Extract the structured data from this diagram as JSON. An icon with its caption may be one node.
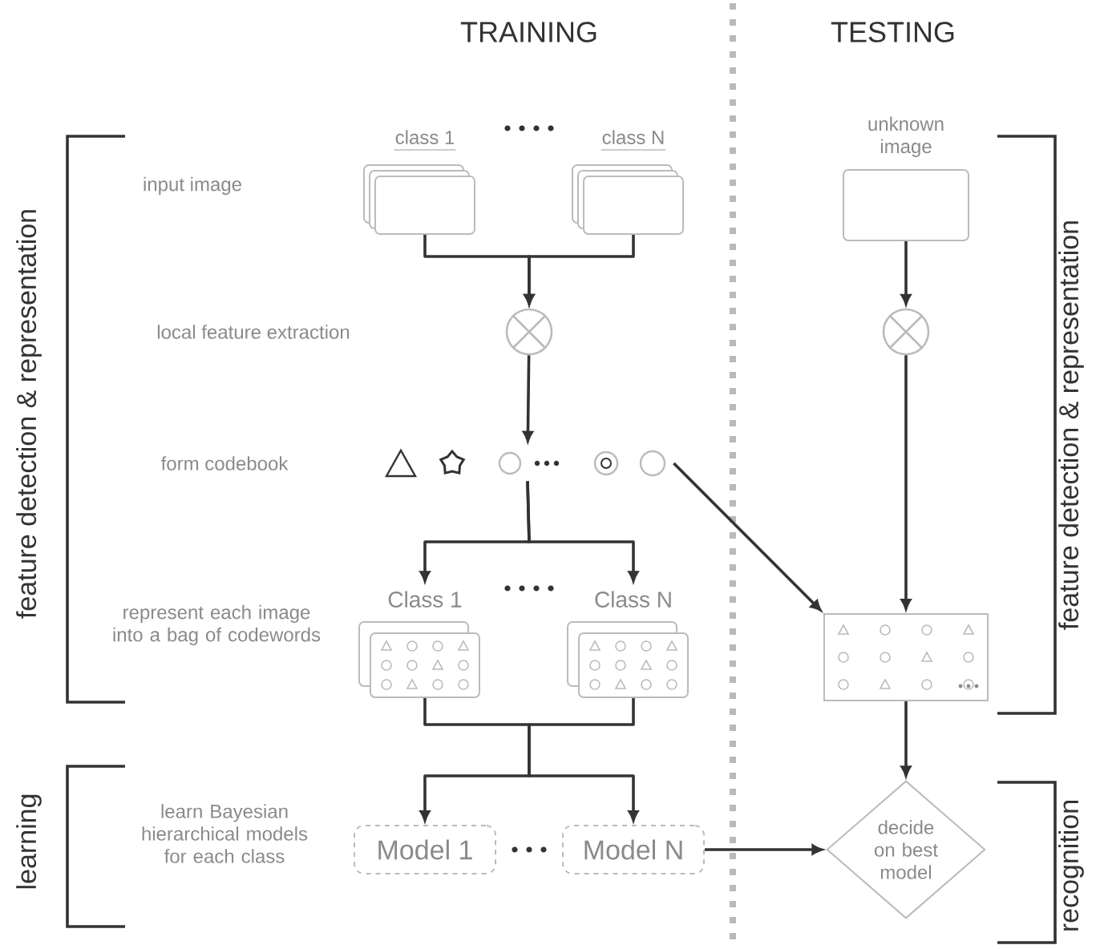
{
  "diagram": {
    "nodes": [
      {
        "text": [
          "class 1"
        ]
      },
      {
        "text": [
          "class N"
        ]
      },
      {
        "text": [
          "unknown image"
        ]
      },
      {
        "text": [],
        "shape": "circle"
      },
      {
        "text": [],
        "shape": "circle"
      },
      {
        "text": [],
        "shape": "picture"
      },
      {
        "text": [
          "Class 1"
        ]
      },
      {
        "text": [
          "Class N"
        ]
      },
      {
        "text": [],
        "shape": "box"
      },
      {
        "text": [
          "Model 1"
        ]
      },
      {
        "text": [
          "Model N"
        ]
      },
      {
        "text": [
          "decide on best model"
        ]
      }
    ],
    "edges": [
      {
        "from": 0,
        "to": 3,
        "arrow": "to"
      },
      {
        "from": 1,
        "to": 3,
        "arrow": "to"
      },
      {
        "from": 3,
        "to": 5,
        "arrow": "to"
      },
      {
        "from": 5,
        "to": 6,
        "arrow": "to"
      },
      {
        "from": 5,
        "to": 7,
        "arrow": "to"
      },
      {
        "from": 6,
        "to": 9,
        "arrow": "to"
      },
      {
        "from": 7,
        "to": 10,
        "arrow": "to"
      },
      {
        "from": 2,
        "to": 4,
        "arrow": "to"
      },
      {
        "from": 4,
        "to": 8,
        "arrow": "to"
      },
      {
        "from": 5,
        "to": 8,
        "arrow": "to"
      },
      {
        "from": 10,
        "to": 11,
        "arrow": "to"
      },
      {
        "from": 8,
        "to": 11,
        "arrow": "to"
      }
    ],
    "labels": [
      "TRAINING",
      "TESTING",
      "feature detection & representation",
      "input image",
      "local feature extraction",
      "form codebook",
      "represent each image into a bag of codewords",
      "learning",
      "learn Bayesian hierarchical models for each class",
      "feature detection & representation",
      "recognition"
    ]
  }
}
